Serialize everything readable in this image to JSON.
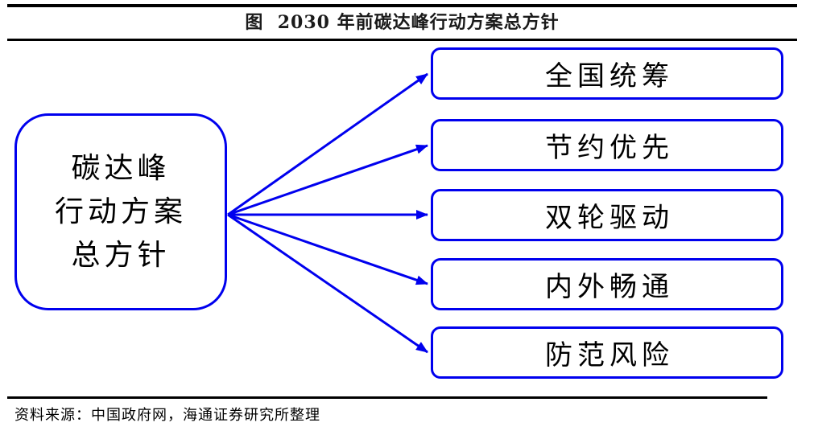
{
  "figure": {
    "title": "图  2030 年前碳达峰行动方案总方针",
    "source_note": "资料来源：中国政府网，海通证券研究所整理"
  },
  "diagram": {
    "type": "fan-out",
    "accent_color": "#0000EE",
    "central_node": {
      "lines": [
        "碳达峰",
        "行动方案",
        "总方针"
      ]
    },
    "branch_nodes": [
      {
        "label": "全国统筹"
      },
      {
        "label": "节约优先"
      },
      {
        "label": "双轮驱动"
      },
      {
        "label": "内外畅通"
      },
      {
        "label": "防范风险"
      }
    ]
  }
}
